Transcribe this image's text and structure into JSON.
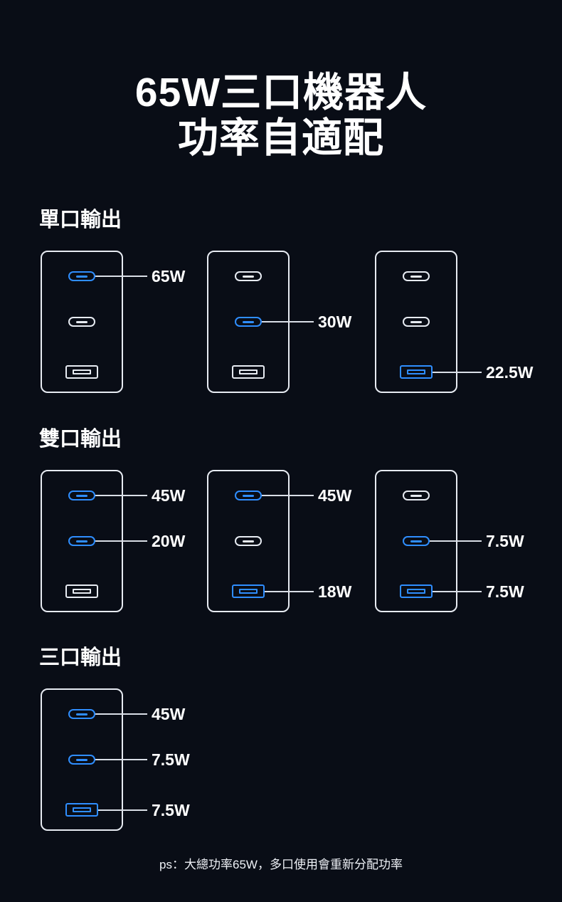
{
  "page": {
    "title_line1": "65W三口機器人",
    "title_line2": "功率自適配",
    "footnote": "ps：大總功率65W，多口使用會重新分配功率",
    "colors": {
      "background": "#090d16",
      "accent_blue": "#2f8eff",
      "port_inactive": "#e7ebf2",
      "text": "#ffffff"
    }
  },
  "sections": [
    {
      "heading": "單口輸出",
      "chargers": [
        {
          "ports": [
            {
              "type": "usb-c",
              "active": true,
              "label": "65W"
            },
            {
              "type": "usb-c",
              "active": false,
              "label": ""
            },
            {
              "type": "usb-a",
              "active": false,
              "label": ""
            }
          ]
        },
        {
          "ports": [
            {
              "type": "usb-c",
              "active": false,
              "label": ""
            },
            {
              "type": "usb-c",
              "active": true,
              "label": "30W"
            },
            {
              "type": "usb-a",
              "active": false,
              "label": ""
            }
          ]
        },
        {
          "ports": [
            {
              "type": "usb-c",
              "active": false,
              "label": ""
            },
            {
              "type": "usb-c",
              "active": false,
              "label": ""
            },
            {
              "type": "usb-a",
              "active": true,
              "label": "22.5W"
            }
          ]
        }
      ]
    },
    {
      "heading": "雙口輸出",
      "chargers": [
        {
          "ports": [
            {
              "type": "usb-c",
              "active": true,
              "label": "45W"
            },
            {
              "type": "usb-c",
              "active": true,
              "label": "20W"
            },
            {
              "type": "usb-a",
              "active": false,
              "label": ""
            }
          ]
        },
        {
          "ports": [
            {
              "type": "usb-c",
              "active": true,
              "label": "45W"
            },
            {
              "type": "usb-c",
              "active": false,
              "label": ""
            },
            {
              "type": "usb-a",
              "active": true,
              "label": "18W"
            }
          ]
        },
        {
          "ports": [
            {
              "type": "usb-c",
              "active": false,
              "label": ""
            },
            {
              "type": "usb-c",
              "active": true,
              "label": "7.5W"
            },
            {
              "type": "usb-a",
              "active": true,
              "label": "7.5W"
            }
          ]
        }
      ]
    },
    {
      "heading": "三口輸出",
      "chargers": [
        {
          "ports": [
            {
              "type": "usb-c",
              "active": true,
              "label": "45W"
            },
            {
              "type": "usb-c",
              "active": true,
              "label": "7.5W"
            },
            {
              "type": "usb-a",
              "active": true,
              "label": "7.5W"
            }
          ]
        }
      ]
    }
  ]
}
